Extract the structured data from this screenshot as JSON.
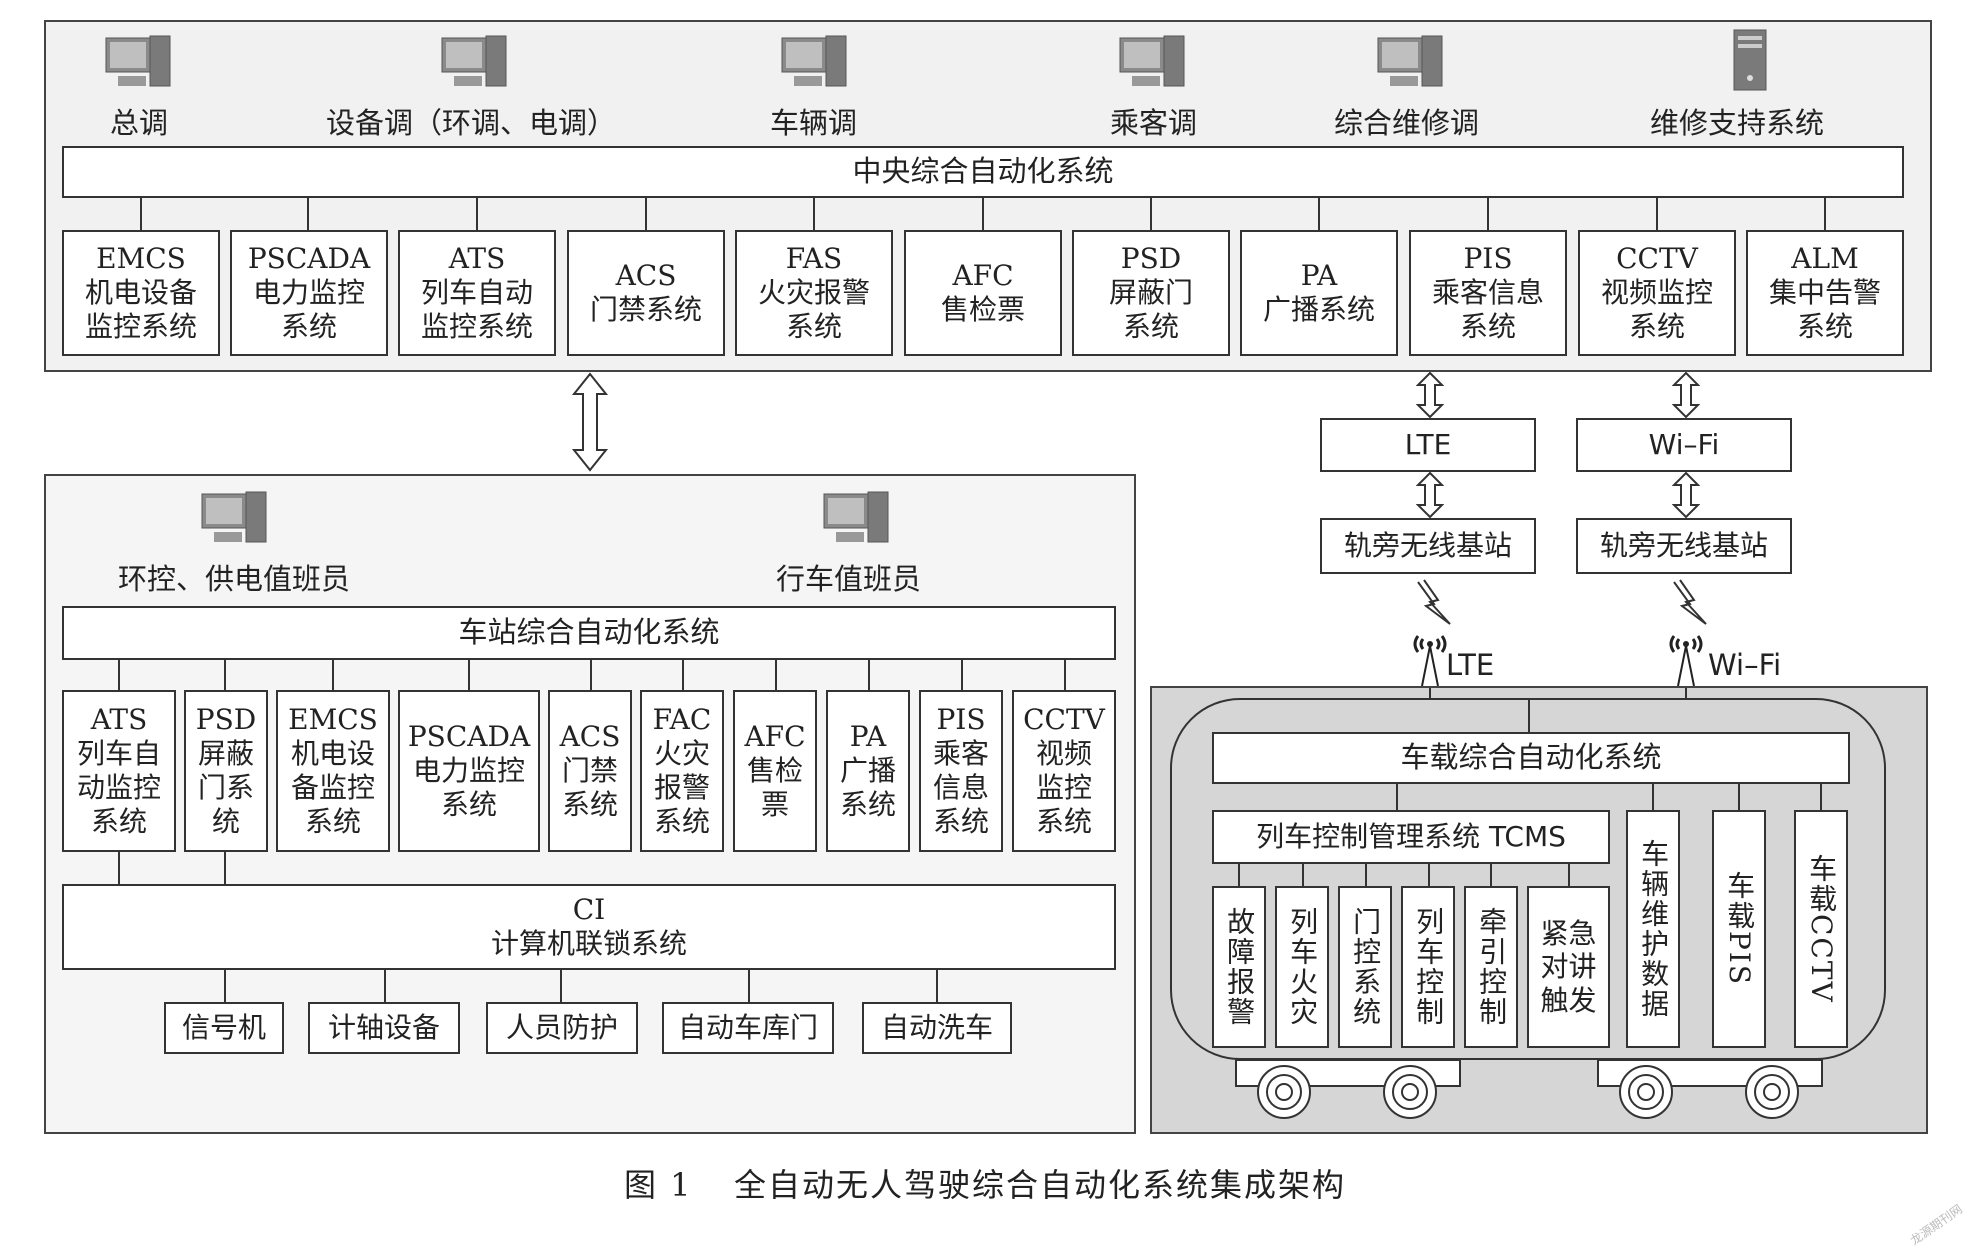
{
  "central": {
    "operators": [
      {
        "label": "总调",
        "icon": "monitor-icon"
      },
      {
        "label": "设备调（环调、电调）",
        "icon": "monitor-icon"
      },
      {
        "label": "车辆调",
        "icon": "monitor-icon"
      },
      {
        "label": "乘客调",
        "icon": "monitor-icon"
      },
      {
        "label": "综合维修调",
        "icon": "monitor-icon"
      },
      {
        "label": "维修支持系统",
        "icon": "server-icon"
      }
    ],
    "bus": "中央综合自动化系统",
    "systems": [
      {
        "l1": "EMCS",
        "l2": "机电设备",
        "l3": "监控系统"
      },
      {
        "l1": "PSCADA",
        "l2": "电力监控",
        "l3": "系统"
      },
      {
        "l1": "ATS",
        "l2": "列车自动",
        "l3": "监控系统"
      },
      {
        "l1": "ACS",
        "l2": "门禁系统",
        "l3": ""
      },
      {
        "l1": "FAS",
        "l2": "火灾报警",
        "l3": "系统"
      },
      {
        "l1": "AFC",
        "l2": "售检票",
        "l3": ""
      },
      {
        "l1": "PSD",
        "l2": "屏蔽门",
        "l3": "系统"
      },
      {
        "l1": "PA",
        "l2": "广播系统",
        "l3": ""
      },
      {
        "l1": "PIS",
        "l2": "乘客信息",
        "l3": "系统"
      },
      {
        "l1": "CCTV",
        "l2": "视频监控",
        "l3": "系统"
      },
      {
        "l1": "ALM",
        "l2": "集中告警",
        "l3": "系统"
      }
    ]
  },
  "station": {
    "operators": [
      {
        "label": "环控、供电值班员",
        "icon": "monitor-icon"
      },
      {
        "label": "行车值班员",
        "icon": "monitor-icon"
      }
    ],
    "bus": "车站综合自动化系统",
    "systems": [
      {
        "l1": "ATS",
        "l2": "列车自",
        "l3": "动监控",
        "l4": "系统"
      },
      {
        "l1": "PSD",
        "l2": "屏蔽",
        "l3": "门系",
        "l4": "统"
      },
      {
        "l1": "EMCS",
        "l2": "机电设",
        "l3": "备监控",
        "l4": "系统"
      },
      {
        "l1": "PSCADA",
        "l2": "电力监控",
        "l3": "系统",
        "l4": ""
      },
      {
        "l1": "ACS",
        "l2": "门禁",
        "l3": "系统",
        "l4": ""
      },
      {
        "l1": "FAC",
        "l2": "火灾",
        "l3": "报警",
        "l4": "系统"
      },
      {
        "l1": "AFC",
        "l2": "售检",
        "l3": "票",
        "l4": ""
      },
      {
        "l1": "PA",
        "l2": "广播",
        "l3": "系统",
        "l4": ""
      },
      {
        "l1": "PIS",
        "l2": "乘客",
        "l3": "信息",
        "l4": "系统"
      },
      {
        "l1": "CCTV",
        "l2": "视频",
        "l3": "监控",
        "l4": "系统"
      }
    ],
    "ci": {
      "l1": "CI",
      "l2": "计算机联锁系统"
    },
    "field": [
      "信号机",
      "计轴设备",
      "人员防护",
      "自动车库门",
      "自动洗车"
    ]
  },
  "wireless": {
    "lte": {
      "net": "LTE",
      "base": "轨旁无线基站",
      "antenna": "LTE"
    },
    "wifi": {
      "net": "Wi–Fi",
      "base": "轨旁无线基站",
      "antenna": "Wi–Fi"
    }
  },
  "train": {
    "bus": "车载综合自动化系统",
    "tcms": "列车控制管理系统 TCMS",
    "tcms_sub": [
      "故障报警",
      "列车火灾",
      "门控系统",
      "列车控制",
      "牵引控制",
      "紧急对讲触发"
    ],
    "others": [
      "车辆维护数据",
      "车载PIS",
      "车载CCTV"
    ]
  },
  "caption": {
    "fig": "图 1",
    "title": "全自动无人驾驶综合自动化系统集成架构"
  },
  "watermark": "龙源期刊网"
}
